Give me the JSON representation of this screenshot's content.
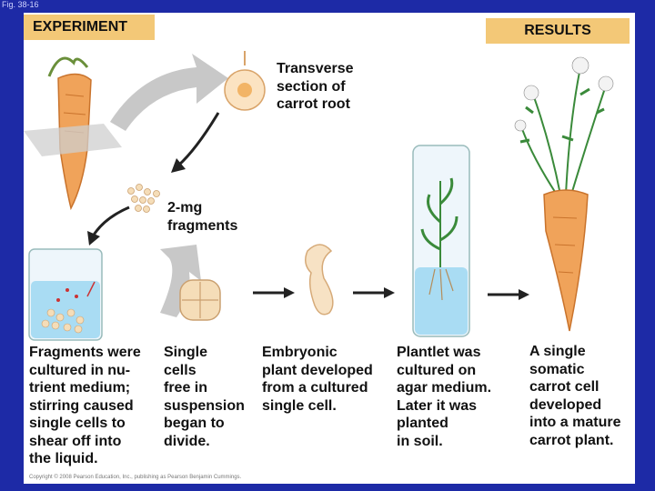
{
  "figure_label": "Fig. 38-16",
  "tabs": {
    "experiment": "EXPERIMENT",
    "results": "RESULTS"
  },
  "labels": {
    "transverse": "Transverse\nsection of\ncarrot root",
    "fragments": "2-mg\nfragments"
  },
  "steps": [
    {
      "text": "Fragments were\ncultured in nu-\ntrient medium;\nstirring caused\nsingle cells to\nshear off into\nthe liquid."
    },
    {
      "text": "Single\ncells\nfree in\nsuspension\nbegan to\ndivide."
    },
    {
      "text": "Embryonic\nplant developed\nfrom a cultured\nsingle cell."
    },
    {
      "text": "Plantlet was\ncultured on\nagar medium.\nLater it was\nplanted\nin soil."
    },
    {
      "text": "A single\nsomatic\ncarrot cell\ndeveloped\ninto a mature\ncarrot plant."
    }
  ],
  "copyright": "Copyright © 2008 Pearson Education, Inc., publishing as Pearson Benjamin Cummings.",
  "colors": {
    "frame": "#1d2aa6",
    "tab": "#f3c877",
    "carrot": "#f0a35a",
    "leaf": "#3a8a3a",
    "liquid": "#a9dcf3"
  }
}
